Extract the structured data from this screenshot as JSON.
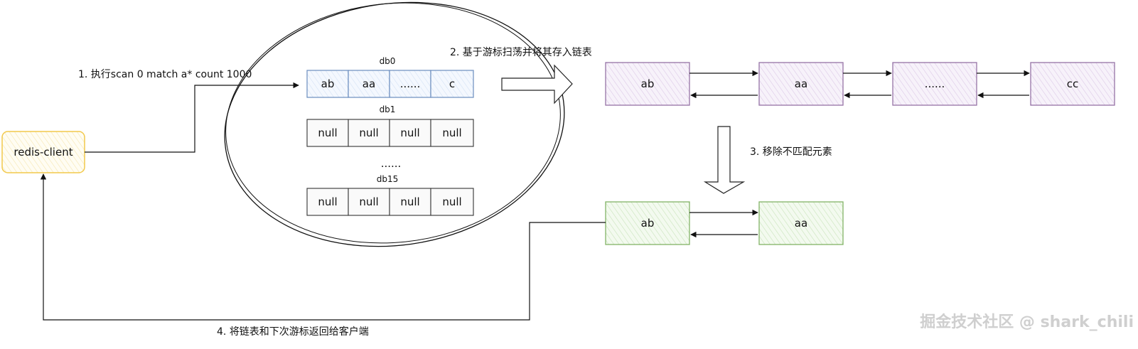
{
  "client": {
    "label": "redis-client"
  },
  "steps": {
    "step1": "1. 执行scan 0 match a* count 1000",
    "step2": "2. 基于游标扫荡并将其存入链表",
    "step3": "3. 移除不匹配元素",
    "step4": "4. 将链表和下次游标返回给客户端"
  },
  "databases": {
    "db0": {
      "title": "db0",
      "cells": [
        "ab",
        "aa",
        "......",
        "c"
      ]
    },
    "db1": {
      "title": "db1",
      "cells": [
        "null",
        "null",
        "null",
        "null"
      ]
    },
    "ellipsis": "......",
    "db15": {
      "title": "db15",
      "cells": [
        "null",
        "null",
        "null",
        "null"
      ]
    }
  },
  "linked_list_full": {
    "nodes": [
      "ab",
      "aa",
      "......",
      "cc"
    ]
  },
  "linked_list_filtered": {
    "nodes": [
      "ab",
      "aa"
    ]
  },
  "watermark": "掘金技术社区 @ shark_chili",
  "colors": {
    "client_border": "#f2c94c",
    "client_fill": "#fffbea",
    "db0_border": "#6c8ebf",
    "db0_fill": "#eef4fd",
    "full_list_border": "#9673a6",
    "full_list_fill": "#f3eef7",
    "filtered_list_border": "#82b366",
    "filtered_list_fill": "#eef7e8"
  }
}
